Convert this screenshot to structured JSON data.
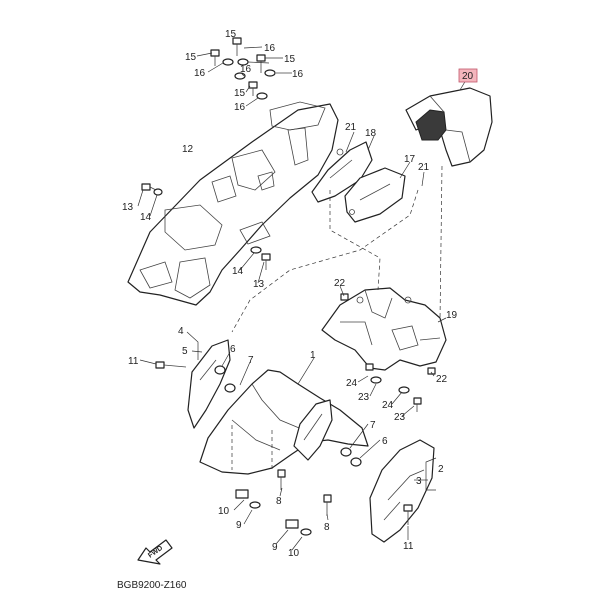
{
  "diagram": {
    "code": "BGB9200-Z160",
    "fwd_label": "FWD",
    "highlighted_part": "20",
    "callouts": {
      "c15a": "15",
      "c16a": "16",
      "c15b": "15",
      "c15c": "15",
      "c16b": "16",
      "c16c": "16",
      "c16d": "16",
      "c15d": "15",
      "c16e": "16",
      "c20": "20",
      "c21a": "21",
      "c18": "18",
      "c17": "17",
      "c21b": "21",
      "c12": "12",
      "c13a": "13",
      "c14a": "14",
      "c14b": "14",
      "c13b": "13",
      "c22a": "22",
      "c19": "19",
      "c22b": "22",
      "c24a": "24",
      "c23a": "23",
      "c24b": "24",
      "c23b": "23",
      "c4": "4",
      "c5": "5",
      "c6a": "6",
      "c7a": "7",
      "c1": "1",
      "c11a": "11",
      "c7b": "7",
      "c6b": "6",
      "c2": "2",
      "c3": "3",
      "c11b": "11",
      "c10a": "10",
      "c9a": "9",
      "c8a": "8",
      "c8b": "8",
      "c9b": "9",
      "c10b": "10"
    }
  }
}
